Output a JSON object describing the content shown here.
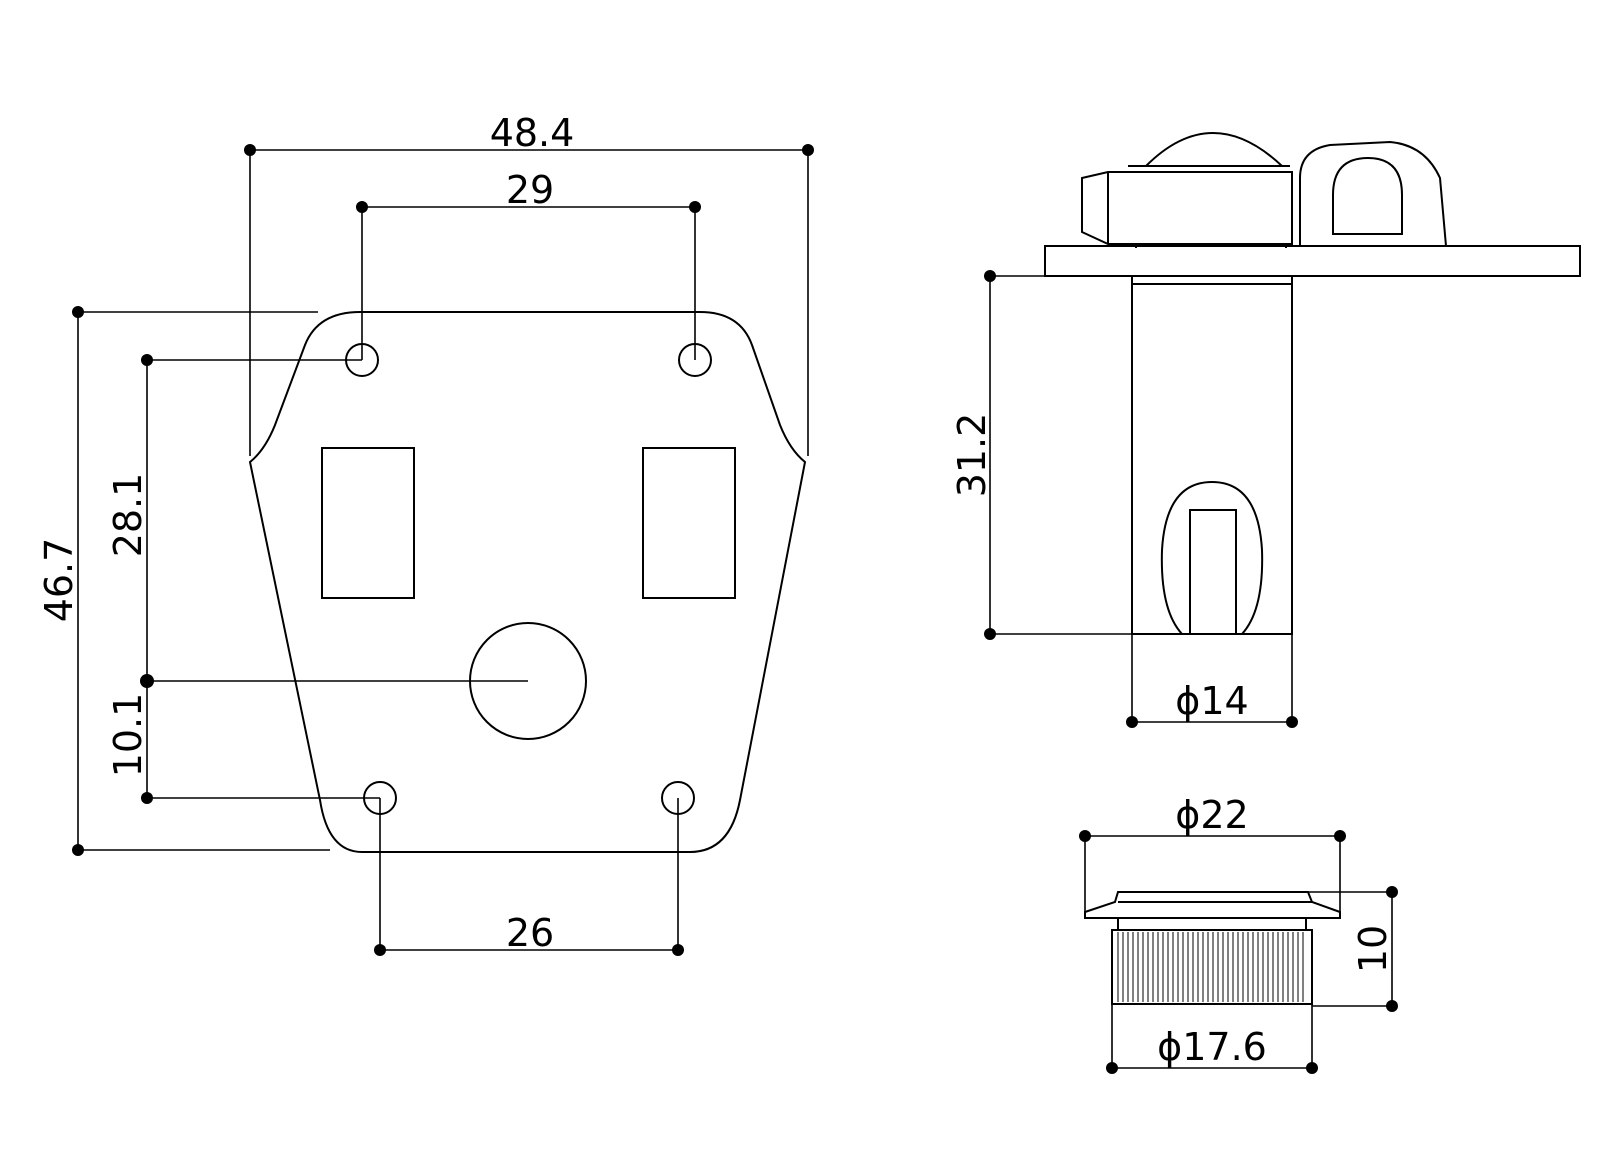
{
  "dimensions": {
    "plate_width": "48.4",
    "top_hole_spacing": "29",
    "plate_height": "46.7",
    "top_hole_to_jack": "28.1",
    "jack_to_bottom_hole": "10.1",
    "bottom_hole_spacing": "26",
    "barrel_length": "31.2",
    "barrel_diameter": "ϕ14",
    "nut_diameter": "ϕ22",
    "nut_height": "10",
    "knurl_diameter": "ϕ17.6"
  },
  "colors": {
    "line": "#000000",
    "background": "#ffffff"
  }
}
